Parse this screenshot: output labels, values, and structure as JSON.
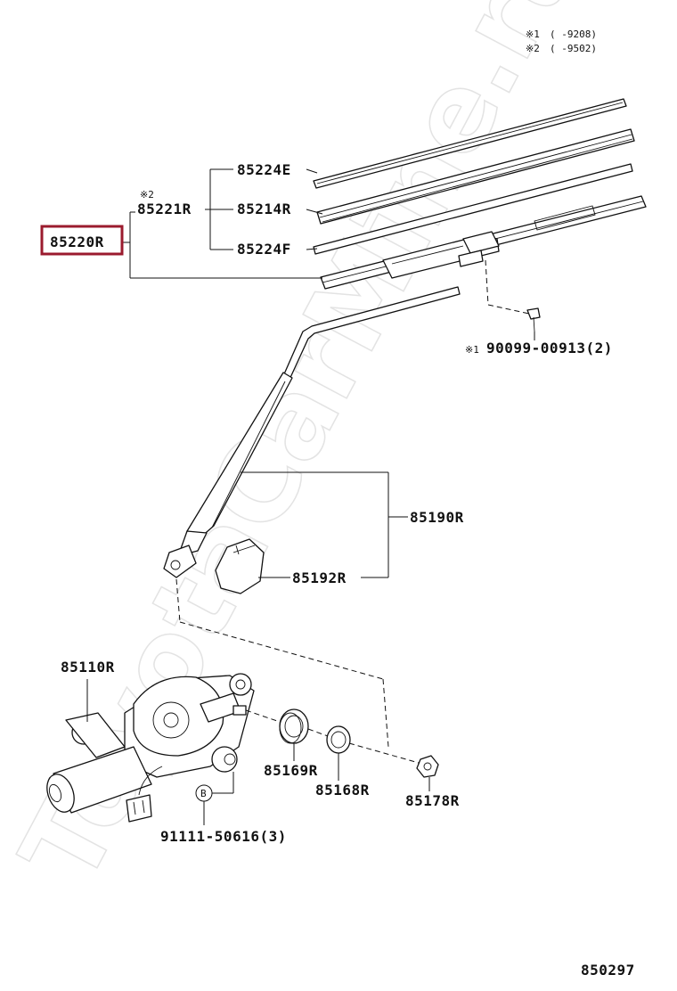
{
  "watermark": "ToyotaCarMine.ru",
  "notes": [
    {
      "mark": "※1",
      "range": "(     -9208)"
    },
    {
      "mark": "※2",
      "range": "(     -9502)"
    }
  ],
  "parts": {
    "p85224E": "85224E",
    "p85214R": "85214R",
    "p85224F": "85224F",
    "p85221R": "85221R",
    "p85220R": "85220R",
    "p90099": "90099-00913(2)",
    "p85190R": "85190R",
    "p85192R": "85192R",
    "p85110R": "85110R",
    "p85169R": "85169R",
    "p85168R": "85168R",
    "p85178R": "85178R",
    "p91111": "91111-50616(3)"
  },
  "marks": {
    "m85221R": "※2",
    "m90099": "※1",
    "bolt_ref": "B"
  },
  "diagram_number": "850297",
  "colors": {
    "highlight": "#9b1b2e"
  }
}
